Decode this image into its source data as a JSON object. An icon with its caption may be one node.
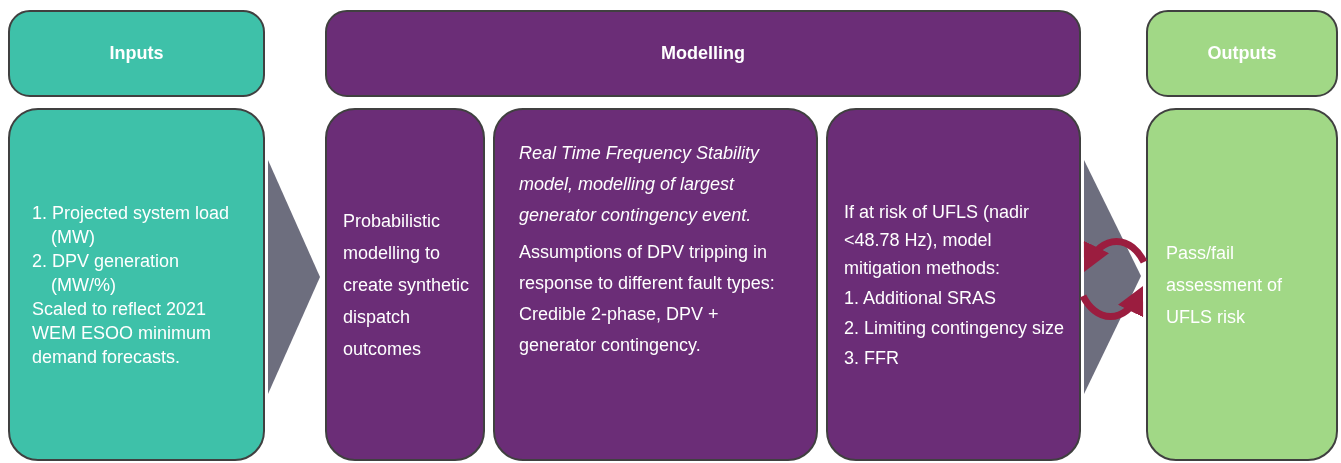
{
  "diagram": {
    "nodes": [
      {
        "text": [
          "Inputs"
        ]
      },
      {
        "text": [
          "Modelling"
        ]
      },
      {
        "text": [
          "Outputs"
        ]
      },
      {
        "text": [
          "1. Projected system load (MW)",
          "2. DPV generation (MW/%)",
          "Scaled to reflect 2021 WEM ESOO minimum demand forecasts."
        ]
      },
      {
        "text": [
          "Probabilistic modelling to create synthetic dispatch outcomes"
        ]
      },
      {
        "text": [
          "Real Time Frequency Stability model, modelling of largest generator contingency event.",
          "Assumptions of DPV tripping in response to different fault types: Credible 2-phase, DPV + generator contingency."
        ]
      },
      {
        "text": [
          "If at risk of UFLS (nadir <48.78 Hz), model mitigation methods:",
          "1. Additional SRAS",
          "2. Limiting contingency size",
          "3. FFR"
        ]
      },
      {
        "text": [
          "Pass/fail assessment of UFLS risk"
        ]
      }
    ],
    "edges": [
      {
        "from": 3,
        "to": 4,
        "arrow": "to"
      },
      {
        "from": 6,
        "to": 7,
        "arrow": "to"
      },
      {
        "from": 7,
        "to": 6,
        "arrow": "to",
        "color": "#9b1d3f"
      },
      {
        "from": 6,
        "to": 7,
        "arrow": "to",
        "color": "#9b1d3f"
      }
    ]
  }
}
